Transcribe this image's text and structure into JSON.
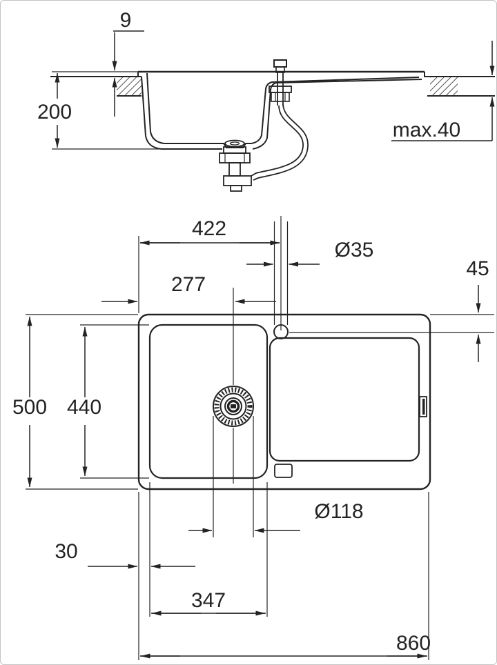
{
  "section_view": {
    "labels": {
      "rim_height": "9",
      "bowl_depth": "200",
      "max_counter_thickness": "max.40"
    }
  },
  "plan_view": {
    "labels": {
      "tap_center_from_left": "422",
      "tap_hole_diameter": "Ø35",
      "tap_center_from_top": "45",
      "drain_center_from_left": "277",
      "overall_depth": "500",
      "bowl_inner_depth": "440",
      "drain_diameter": "Ø118",
      "left_edge_to_bowl": "30",
      "bowl_width": "347",
      "overall_length": "860"
    }
  },
  "colors": {
    "line_color": "#232323",
    "background": "#ffffff",
    "frame_border": "#c3c3c3"
  }
}
